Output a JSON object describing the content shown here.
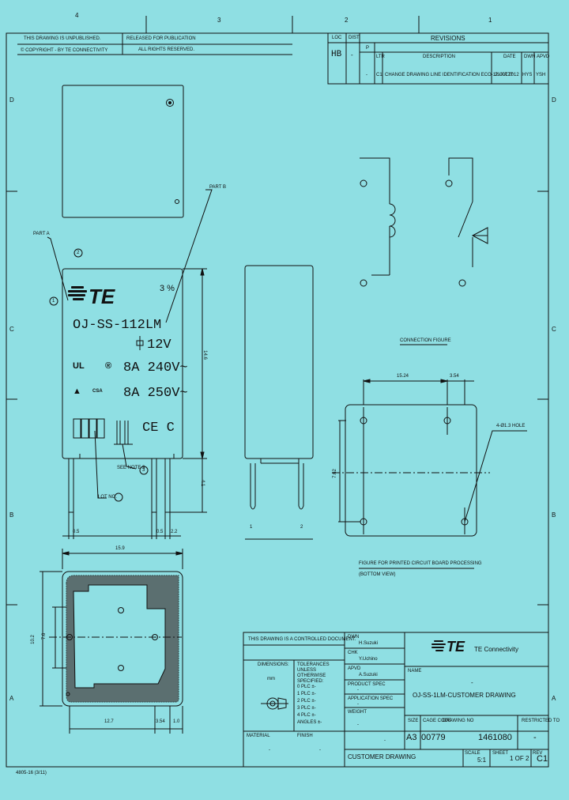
{
  "zones": {
    "cols": [
      "4",
      "3",
      "2",
      "1"
    ],
    "rows": [
      "D",
      "C",
      "B",
      "A"
    ]
  },
  "header": {
    "drawing_status": "THIS DRAWING IS UNPUBLISHED.",
    "released_for": "RELEASED FOR PUBLICATION",
    "copyright": "© COPYRIGHT  -  BY TE CONNECTIVITY",
    "rights": "ALL RIGHTS RESERVED.",
    "loc": "LOC",
    "dist": "DIST",
    "loc_value": "HB",
    "dist_value": "-"
  },
  "revisions": {
    "title": "REVISIONS",
    "headers": [
      "P",
      "LTR",
      "DESCRIPTION",
      "DATE",
      "DWN",
      "APVD"
    ],
    "rows": [
      {
        "p": "-",
        "ltr": "C1",
        "desc": "CHANGE DRAWING LINE IDENTIFICATION ECO-12-00777",
        "date": "21JUL2012",
        "dwn": "HYS",
        "apvd": "YSH"
      }
    ]
  },
  "part": {
    "brand": "TE",
    "model": "OJ-SS-112LM",
    "coil": "12V",
    "rating1": "8A 240V~",
    "rating2": "8A 250V~",
    "marks": "CE C",
    "pin_labels": [
      "1",
      "2"
    ]
  },
  "callouts": {
    "part_a": "PART A",
    "part_b": "PART B",
    "mark_1": "1",
    "mark_2": "2",
    "mark_3": "3",
    "bom_note": "SEE NOTE 3",
    "lot_no": "LOT NO."
  },
  "dimensions": {
    "height": "14.6",
    "pin_length": "4.1",
    "pitch_left": "0.5",
    "pin_w": "0.5",
    "pin_t": "2.2",
    "width": "15.9",
    "total_h": "10.2",
    "inner_h": "7.6",
    "base_a": "12.7",
    "base_b": "3.54",
    "base_c": "1.0",
    "pcb_pitch": "15.24",
    "pcb_gap": "3.54",
    "pcb_h": "7.62",
    "hole": "4-Ø1.3 HOLE"
  },
  "diagrams": {
    "connection": "CONNECTION FIGURE",
    "pcb": "FIGURE FOR PRINTED CIRCUIT BOARD PROCESSING",
    "pcb_sub": "(BOTTOM VIEW)"
  },
  "title_block": {
    "controlled": "THIS DRAWING IS A CONTROLLED DOCUMENT.",
    "dwn_label": "DWN",
    "dwn": "H.Suzuki",
    "chk_label": "CHK",
    "chk": "Y.Uchino",
    "appvd_label": "APVD",
    "appvd": "A.Suzuki",
    "product_spec": "PRODUCT SPEC",
    "app_spec": "APPLICATION SPEC",
    "weight": "WEIGHT",
    "dimensions": "DIMENSIONS:",
    "dim_unit": "mm",
    "tolerances": "TOLERANCES UNLESS OTHERWISE SPECIFIED:",
    "tol_rows": [
      "0 PLC  ±-",
      "1 PLC  ±-",
      "2 PLC  ±-",
      "3 PLC  ±-",
      "4 PLC  ±-",
      "ANGLES ±-"
    ],
    "material": "MATERIAL",
    "finish": "FINISH",
    "dash": "-",
    "company": "TE Connectivity",
    "name_label": "NAME",
    "name": "OJ-SS-1LM-CUSTOMER DRAWING",
    "size_label": "SIZE",
    "cage_label": "CAGE CODE",
    "dwg_label": "DRAWING NO",
    "rev_label": "RESTRICTED TO",
    "size": "A3",
    "cage": "00779",
    "dwg_no": "1461080",
    "restricted": "-",
    "customer": "CUSTOMER DRAWING",
    "scale_label": "SCALE",
    "scale": "5:1",
    "sheet_label": "SHEET",
    "sheet": "1 OF 2",
    "rev_label2": "REV",
    "rev": "C1"
  },
  "footer": {
    "form": "4805-16 (3/11)"
  }
}
